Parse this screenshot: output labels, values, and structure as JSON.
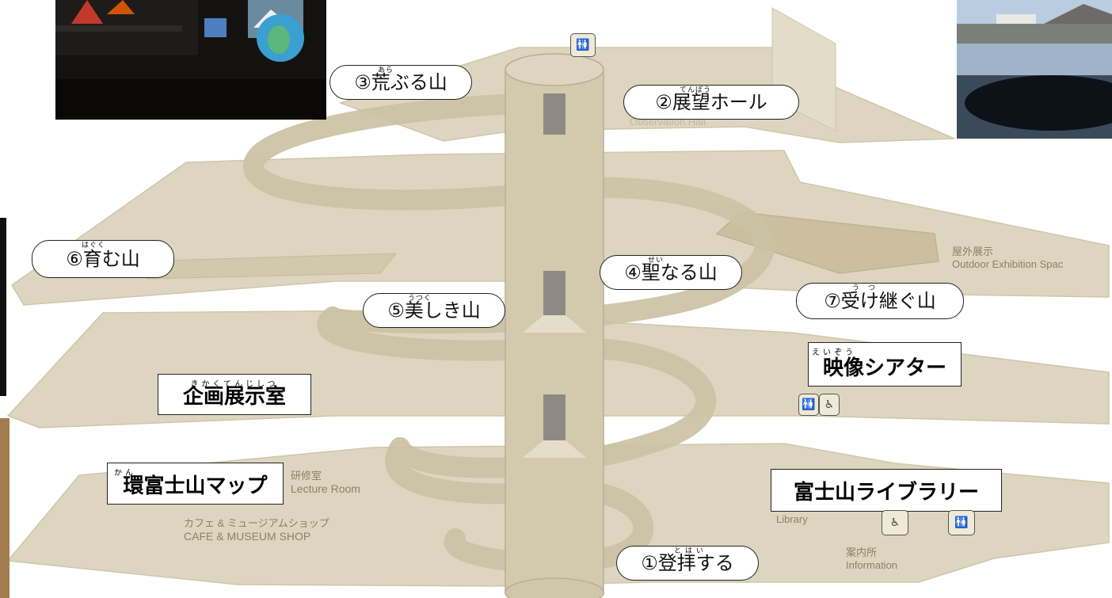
{
  "labels": {
    "l1": {
      "text": "①登拝する",
      "ruby": "と は い"
    },
    "l2": {
      "text": "②展望ホール",
      "ruby": "てんぼう"
    },
    "l3": {
      "text": "③荒ぶる山",
      "ruby": "あら"
    },
    "l4": {
      "text": "④聖なる山",
      "ruby": "せい"
    },
    "l5": {
      "text": "⑤美しき山",
      "ruby": "うつく"
    },
    "l6": {
      "text": "⑥育む山",
      "ruby": "はぐく"
    },
    "l7": {
      "text": "⑦受け継ぐ山",
      "ruby": "う　つ"
    }
  },
  "rooms": {
    "kikaku": {
      "text": "企画展示室",
      "ruby": "きかくてんじしつ"
    },
    "kan": {
      "text": "環富士山マップ",
      "ruby": "かん"
    },
    "eizo": {
      "text": "映像シアター",
      "ruby": "えいぞう"
    },
    "library": {
      "text": "富士山ライブラリー"
    }
  },
  "map_text": {
    "lecture_jp": "研修室",
    "lecture_en": "Lecture Room",
    "cafe_jp": "カフェ & ミュージアムショップ",
    "cafe_en": "CAFE & MUSEUM SHOP",
    "library_en": "Library",
    "info_jp": "案内所",
    "info_en": "Information",
    "outdoor_jp": "屋外展示",
    "outdoor_en": "Outdoor Exhibition Spac",
    "obs_faded": "Observation Hall"
  },
  "icons": {
    "restroom": "🚻",
    "wheelchair": "♿"
  },
  "colors": {
    "floor": "#d9d0b8",
    "floor_edge": "#cbc1a6",
    "spiral": "#cdc3a7",
    "column": "#d4cbb1",
    "door": "#8e8a83"
  }
}
